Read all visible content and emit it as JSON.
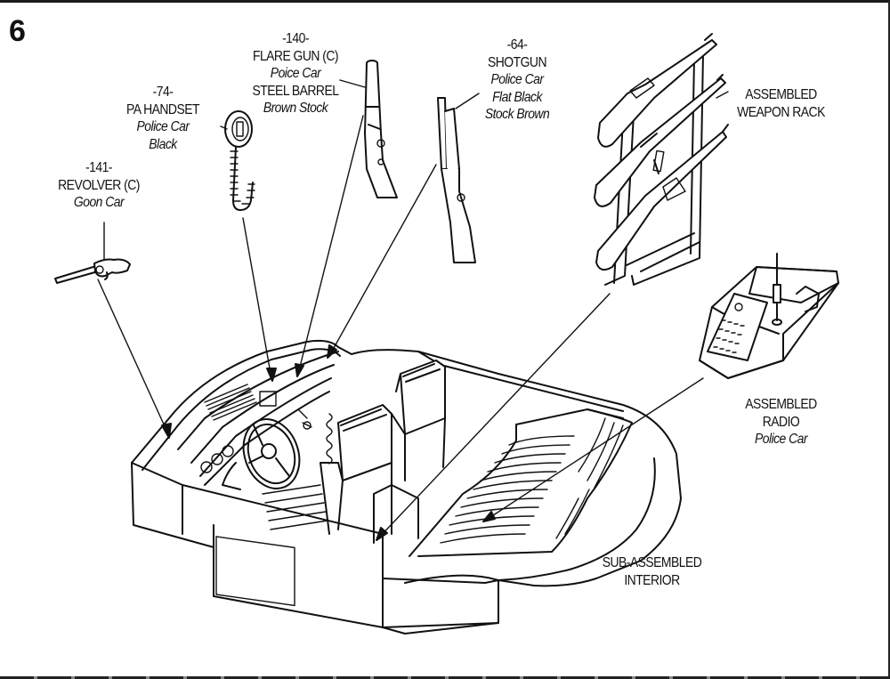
{
  "step_number": "6",
  "labels": {
    "flare_gun": {
      "number": "-140-",
      "name": "FLARE GUN (C)",
      "sub1": "Poice Car",
      "name2": "STEEL BARREL",
      "sub2": "Brown Stock"
    },
    "shotgun": {
      "number": "-64-",
      "name": "SHOTGUN",
      "sub1": "Police Car",
      "sub2": "Flat Black",
      "sub3": "Stock Brown"
    },
    "pa_handset": {
      "number": "-74-",
      "name": "PA HANDSET",
      "sub1": "Police Car",
      "sub2": "Black"
    },
    "revolver": {
      "number": "-141-",
      "name": "REVOLVER (C)",
      "sub1": "Goon Car"
    },
    "weapon_rack": {
      "line1": "ASSEMBLED",
      "line2": "WEAPON RACK"
    },
    "radio": {
      "line1": "ASSEMBLED",
      "line2": "RADIO",
      "sub1": "Police Car"
    },
    "interior": {
      "line1": "SUB-ASSEMBLED",
      "line2": "INTERIOR"
    }
  }
}
